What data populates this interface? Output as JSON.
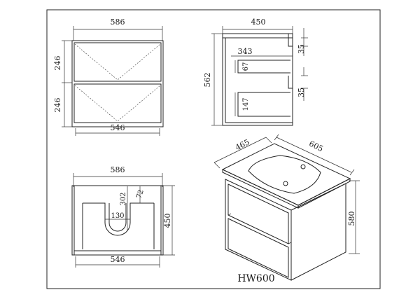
{
  "model": "HW600",
  "front_view": {
    "top_width": "586",
    "bottom_width": "546",
    "drawer_top_height": "246",
    "drawer_bottom_height": "246"
  },
  "side_view": {
    "depth": "450",
    "inner_depth": "343",
    "height": "562",
    "top_gap": "35",
    "lower_gap": "35",
    "upper_box": "67",
    "lower_box": "147"
  },
  "top_view": {
    "top_width": "586",
    "bottom_width": "546",
    "depth": "450",
    "cutout_depth": "302",
    "cutout_width": "130",
    "notch": "72"
  },
  "iso_view": {
    "depth": "465",
    "width": "605",
    "height": "580"
  }
}
